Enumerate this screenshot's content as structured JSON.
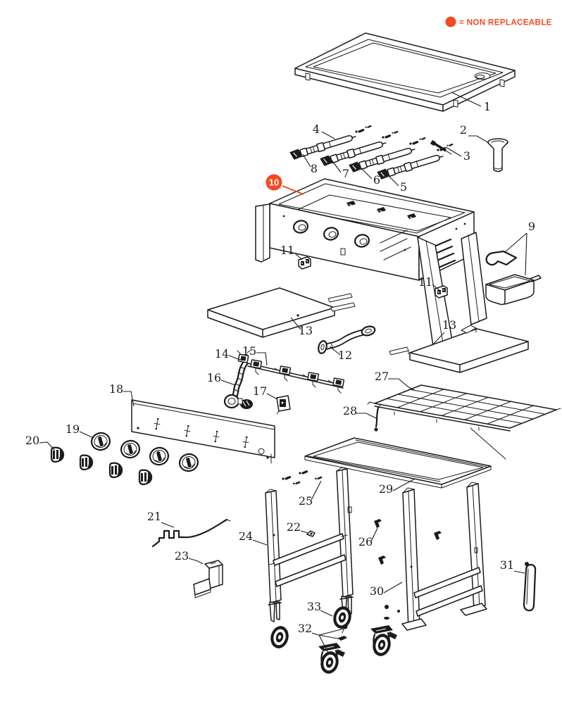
{
  "colors": {
    "accent": "#f4491f",
    "ink": "#1b1b1b",
    "paper": "#ffffff"
  },
  "legend": {
    "text": "= NON REPLACEABLE"
  },
  "callouts": {
    "c1": "1",
    "c2": "2",
    "c3": "3",
    "c4": "4",
    "c5": "5",
    "c6": "6",
    "c7": "7",
    "c8": "8",
    "c9": "9",
    "c10": "10",
    "c11a": "11",
    "c11b": "11",
    "c12": "12",
    "c13a": "13",
    "c13b": "13",
    "c14": "14",
    "c15": "15",
    "c16": "16",
    "c17": "17",
    "c18": "18",
    "c19": "19",
    "c20": "20",
    "c21": "21",
    "c22": "22",
    "c23": "23",
    "c24": "24",
    "c25": "25",
    "c26": "26",
    "c27": "27",
    "c28": "28",
    "c29": "29",
    "c30": "30",
    "c31": "31",
    "c32": "32",
    "c33": "33"
  }
}
